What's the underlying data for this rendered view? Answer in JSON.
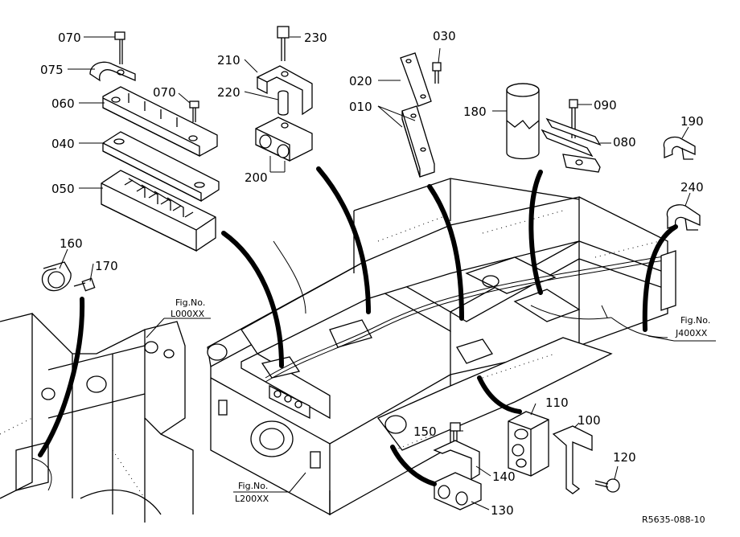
{
  "diagram": {
    "part_labels": [
      {
        "id": "070a",
        "text": "070"
      },
      {
        "id": "075",
        "text": "075"
      },
      {
        "id": "060",
        "text": "060"
      },
      {
        "id": "070b",
        "text": "070"
      },
      {
        "id": "040",
        "text": "040"
      },
      {
        "id": "050",
        "text": "050"
      },
      {
        "id": "230",
        "text": "230"
      },
      {
        "id": "210",
        "text": "210"
      },
      {
        "id": "220",
        "text": "220"
      },
      {
        "id": "200",
        "text": "200"
      },
      {
        "id": "030",
        "text": "030"
      },
      {
        "id": "020",
        "text": "020"
      },
      {
        "id": "010",
        "text": "010"
      },
      {
        "id": "180",
        "text": "180"
      },
      {
        "id": "090",
        "text": "090"
      },
      {
        "id": "080",
        "text": "080"
      },
      {
        "id": "190",
        "text": "190"
      },
      {
        "id": "240",
        "text": "240"
      },
      {
        "id": "160",
        "text": "160"
      },
      {
        "id": "170",
        "text": "170"
      },
      {
        "id": "110",
        "text": "110"
      },
      {
        "id": "100",
        "text": "100"
      },
      {
        "id": "150",
        "text": "150"
      },
      {
        "id": "140",
        "text": "140"
      },
      {
        "id": "130",
        "text": "130"
      },
      {
        "id": "120",
        "text": "120"
      }
    ],
    "figure_refs": [
      {
        "id": "l000",
        "line1": "Fig.No.",
        "line2": "L000XX"
      },
      {
        "id": "l200",
        "line1": "Fig.No.",
        "line2": "L200XX"
      },
      {
        "id": "j400",
        "line1": "Fig.No.",
        "line2": "J400XX"
      }
    ],
    "drawing_code": "R5635-088-10"
  }
}
